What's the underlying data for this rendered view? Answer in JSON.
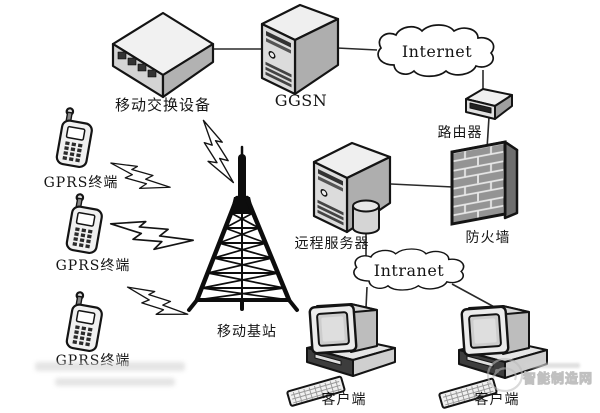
{
  "diagram_type": "gprs-network-topology",
  "nodes": {
    "mobile_switch": {
      "label": "移动交换设备",
      "icon": "network-switch-3d-box"
    },
    "ggsn": {
      "label": "GGSN",
      "icon": "server-tower"
    },
    "internet": {
      "label": "Internet",
      "icon": "cloud"
    },
    "router": {
      "label": "路由器",
      "icon": "router-flat-box"
    },
    "firewall": {
      "label": "防火墙",
      "icon": "brick-wall"
    },
    "remote_server": {
      "label": "远程服务器",
      "icon": "server-tower-with-database-cylinder"
    },
    "intranet": {
      "label": "Intranet",
      "icon": "cloud"
    },
    "base_station": {
      "label": "移动基站",
      "icon": "lattice-antenna-tower"
    },
    "gprs_terminal_1": {
      "label": "GPRS终端",
      "icon": "mobile-phone"
    },
    "gprs_terminal_2": {
      "label": "GPRS终端",
      "icon": "mobile-phone"
    },
    "gprs_terminal_3": {
      "label": "GPRS终端",
      "icon": "mobile-phone"
    },
    "client_left": {
      "label": "客户端",
      "icon": "desktop-computer"
    },
    "client_right": {
      "label": "客户端",
      "icon": "desktop-computer"
    }
  },
  "connections": [
    {
      "from": "mobile_switch",
      "to": "ggsn",
      "type": "wired"
    },
    {
      "from": "ggsn",
      "to": "internet",
      "type": "wired"
    },
    {
      "from": "internet",
      "to": "router",
      "type": "wired"
    },
    {
      "from": "router",
      "to": "firewall",
      "type": "wired"
    },
    {
      "from": "firewall",
      "to": "remote_server",
      "type": "wired"
    },
    {
      "from": "remote_server",
      "to": "intranet",
      "type": "wired"
    },
    {
      "from": "intranet",
      "to": "client_left",
      "type": "wired"
    },
    {
      "from": "intranet",
      "to": "client_right",
      "type": "wired"
    },
    {
      "from": "gprs_terminal_1",
      "to": "base_station",
      "type": "wireless-lightning"
    },
    {
      "from": "gprs_terminal_2",
      "to": "base_station",
      "type": "wireless-lightning"
    },
    {
      "from": "gprs_terminal_3",
      "to": "base_station",
      "type": "wireless-lightning"
    },
    {
      "from": "base_station",
      "to": "mobile_switch",
      "type": "wireless-lightning"
    }
  ],
  "watermark": {
    "site_text": "智能制造网"
  },
  "colors": {
    "background": "#ffffff",
    "line_art": "#141414",
    "fill_light": "#efefef",
    "fill_mid": "#d8d8d8",
    "fill_dark": "#a8a8a8",
    "watermark_gray": "#c4c4c4"
  }
}
